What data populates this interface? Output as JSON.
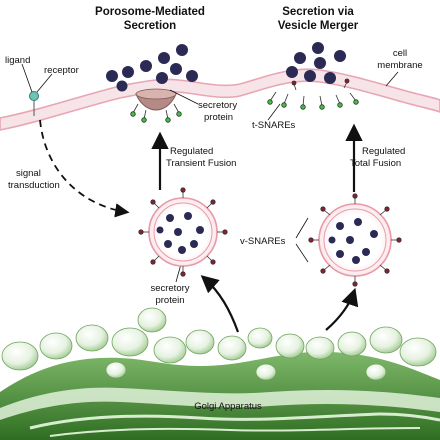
{
  "titles": {
    "porosome_line1": "Porosome-Mediated",
    "porosome_line2": "Secretion",
    "vesicle_line1": "Secretion via",
    "vesicle_line2": "Vesicle Merger"
  },
  "labels": {
    "ligand": "ligand",
    "receptor": "receptor",
    "cell_membrane_line1": "cell",
    "cell_membrane_line2": "membrane",
    "secretory_protein_top_line1": "secretory",
    "secretory_protein_top_line2": "protein",
    "t_snares": "t-SNAREs",
    "signal_transduction_line1": "signal",
    "signal_transduction_line2": "transduction",
    "regulated_transient_line1": "Regulated",
    "regulated_transient_line2": "Transient Fusion",
    "regulated_total_line1": "Regulated",
    "regulated_total_line2": "Total Fusion",
    "v_snares": "v-SNAREs",
    "secretory_protein_bottom_line1": "secretory",
    "secretory_protein_bottom_line2": "protein",
    "golgi_apparatus": "Golgi Apparatus"
  },
  "colors": {
    "membrane": "#e8a6b4",
    "membrane_fill": "#f6e4e8",
    "protein": "#2b2a55",
    "snare_red": "#8a1f2e",
    "snare_green": "#3fbf3f",
    "golgi_dark": "#3f7f2a",
    "golgi_light": "#d8ecd0",
    "porosome": "#b58a86",
    "vesicle_ring": "#e79aa8"
  }
}
